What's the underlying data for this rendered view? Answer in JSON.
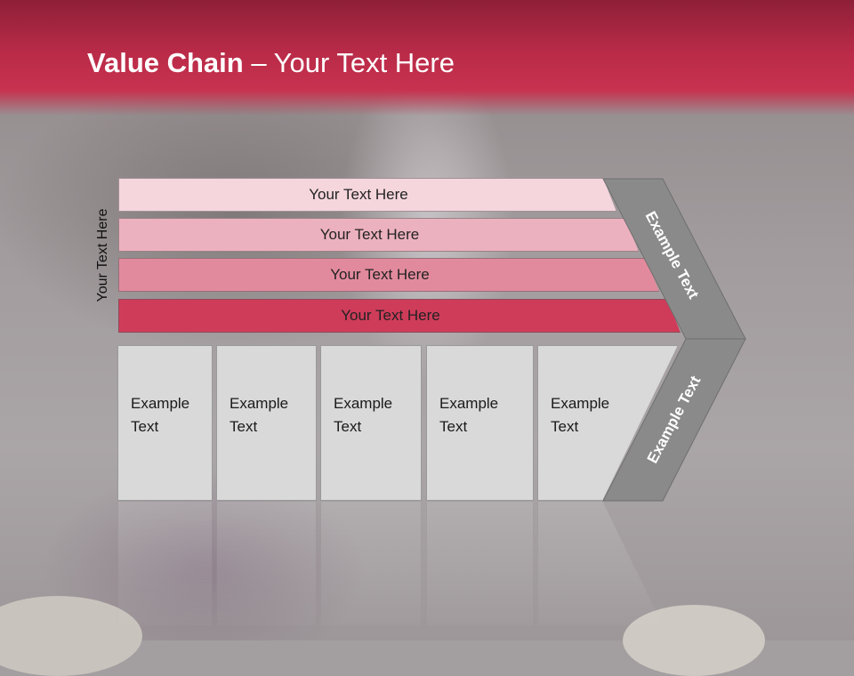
{
  "slide": {
    "title_bold": "Value Chain",
    "title_sep": " – ",
    "title_rest": "Your Text Here"
  },
  "side_label": "Your Text Here",
  "bands": [
    {
      "label": "Your Text Here",
      "color": "#f5d6dd"
    },
    {
      "label": "Your Text Here",
      "color": "#ecb1be"
    },
    {
      "label": "Your Text Here",
      "color": "#e28a9d"
    },
    {
      "label": "Your Text Here",
      "color": "#cf3c5a"
    }
  ],
  "columns": [
    {
      "line1": "Example",
      "line2": "Text"
    },
    {
      "line1": "Example",
      "line2": "Text"
    },
    {
      "line1": "Example",
      "line2": "Text"
    },
    {
      "line1": "Example",
      "line2": "Text"
    },
    {
      "line1": "Example",
      "line2": "Text"
    }
  ],
  "chevron": {
    "upper_label": "Example Text",
    "lower_label": "Example Text",
    "color": "#8a8a8a"
  },
  "colors": {
    "title_bar": "#b92b48",
    "column_fill": "#d9d9d9"
  }
}
